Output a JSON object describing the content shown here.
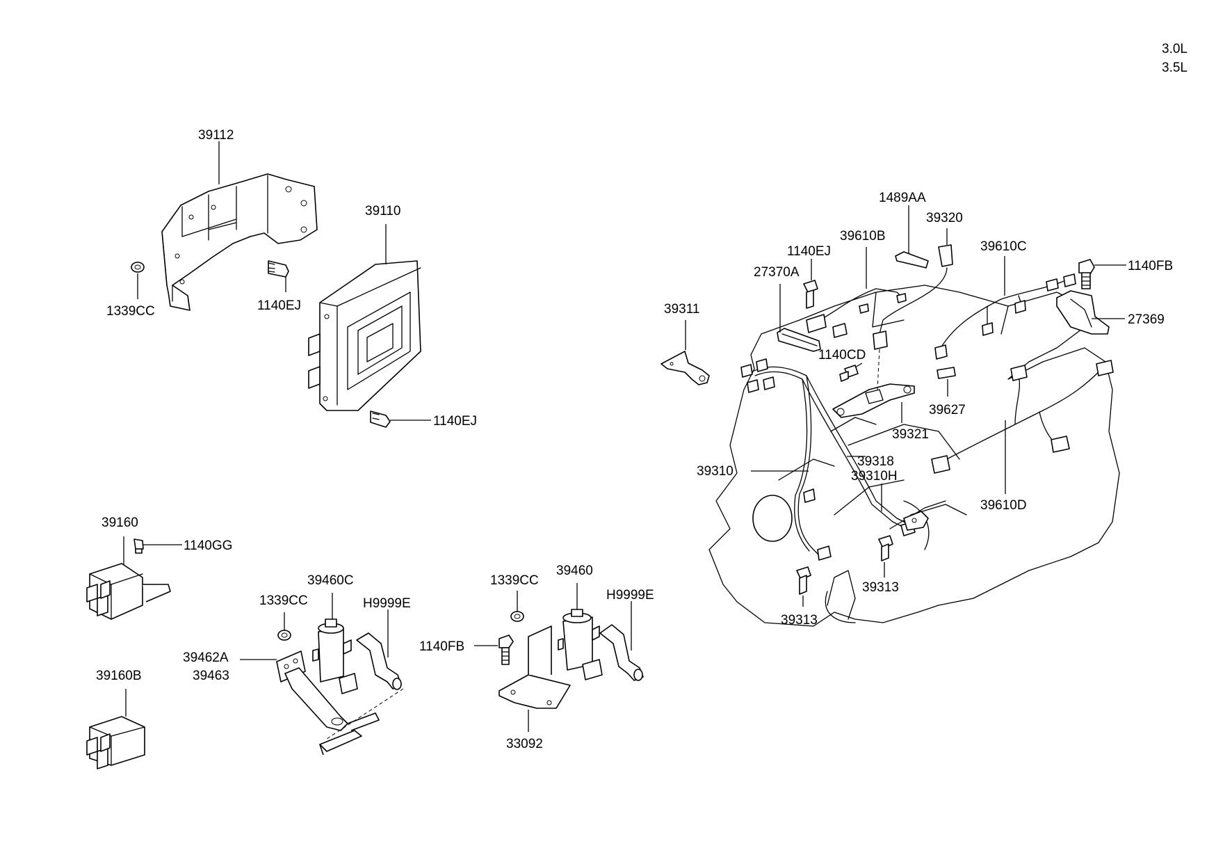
{
  "engine_variants": [
    "3.0L",
    "3.5L"
  ],
  "callouts": {
    "c_39112": "39112",
    "c_39110": "39110",
    "c_1339CC_a": "1339CC",
    "c_1140EJ_a": "1140EJ",
    "c_1140EJ_b": "1140EJ",
    "c_39160": "39160",
    "c_1140GG": "1140GG",
    "c_39160B": "39160B",
    "c_1339CC_b": "1339CC",
    "c_39460C": "39460C",
    "c_H9999E_a": "H9999E",
    "c_39462A": "39462A",
    "c_39463": "39463",
    "c_1339CC_c": "1339CC",
    "c_39460": "39460",
    "c_H9999E_b": "H9999E",
    "c_1140FB_a": "1140FB",
    "c_33092": "33092",
    "c_1489AA": "1489AA",
    "c_39320": "39320",
    "c_1140EJ_c": "1140EJ",
    "c_39610B": "39610B",
    "c_39610C": "39610C",
    "c_1140FB_b": "1140FB",
    "c_27370A": "27370A",
    "c_27369": "27369",
    "c_39311": "39311",
    "c_1140CD": "1140CD",
    "c_39627": "39627",
    "c_39321": "39321",
    "c_39318": "39318",
    "c_39310H": "39310H",
    "c_39310": "39310",
    "c_39610D": "39610D",
    "c_39313_a": "39313",
    "c_39313_b": "39313"
  }
}
